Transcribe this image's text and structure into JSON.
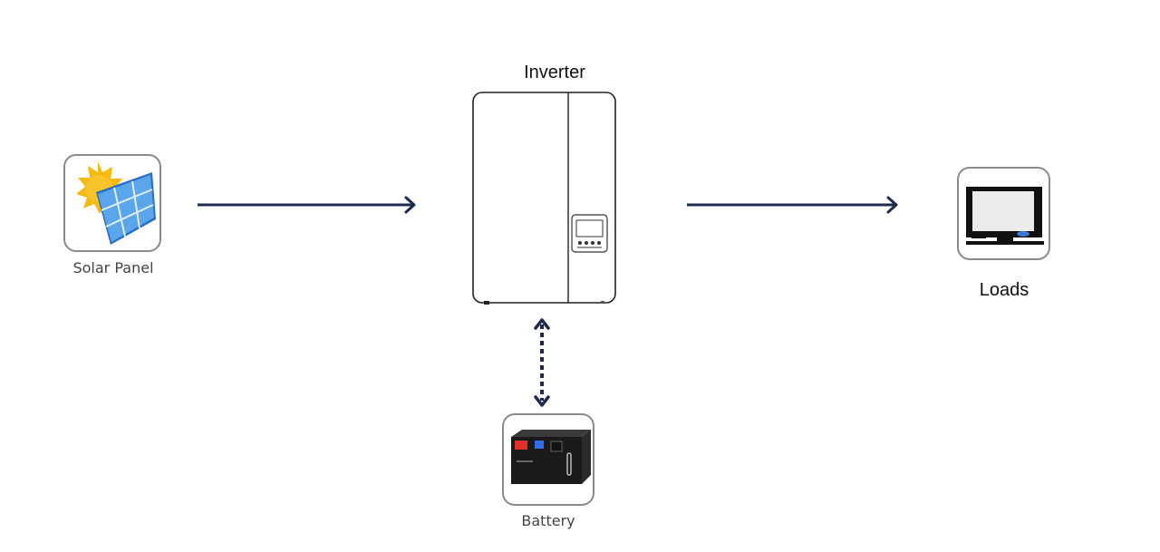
{
  "diagram": {
    "nodes": {
      "solar_panel": {
        "label": "Solar Panel",
        "icon": "solar-panel-icon"
      },
      "inverter": {
        "label": "Inverter",
        "icon": "inverter-icon"
      },
      "loads": {
        "label": "Loads",
        "icon": "monitor-icon"
      },
      "battery": {
        "label": "Battery",
        "icon": "battery-rack-icon"
      }
    },
    "edges": [
      {
        "from": "Solar Panel",
        "to": "Inverter",
        "style": "solid",
        "direction": "one-way"
      },
      {
        "from": "Inverter",
        "to": "Loads",
        "style": "solid",
        "direction": "one-way"
      },
      {
        "from": "Inverter",
        "to": "Battery",
        "style": "dotted",
        "direction": "bidirectional"
      }
    ],
    "colors": {
      "arrow": "#1f2a4f",
      "icon_border": "#8a8a8a",
      "sun": "#f5b90f",
      "panel": "#3c8fe0",
      "battery_red": "#e0302a",
      "battery_blue": "#2f6ee8",
      "battery_body": "#1a1a1a"
    }
  }
}
